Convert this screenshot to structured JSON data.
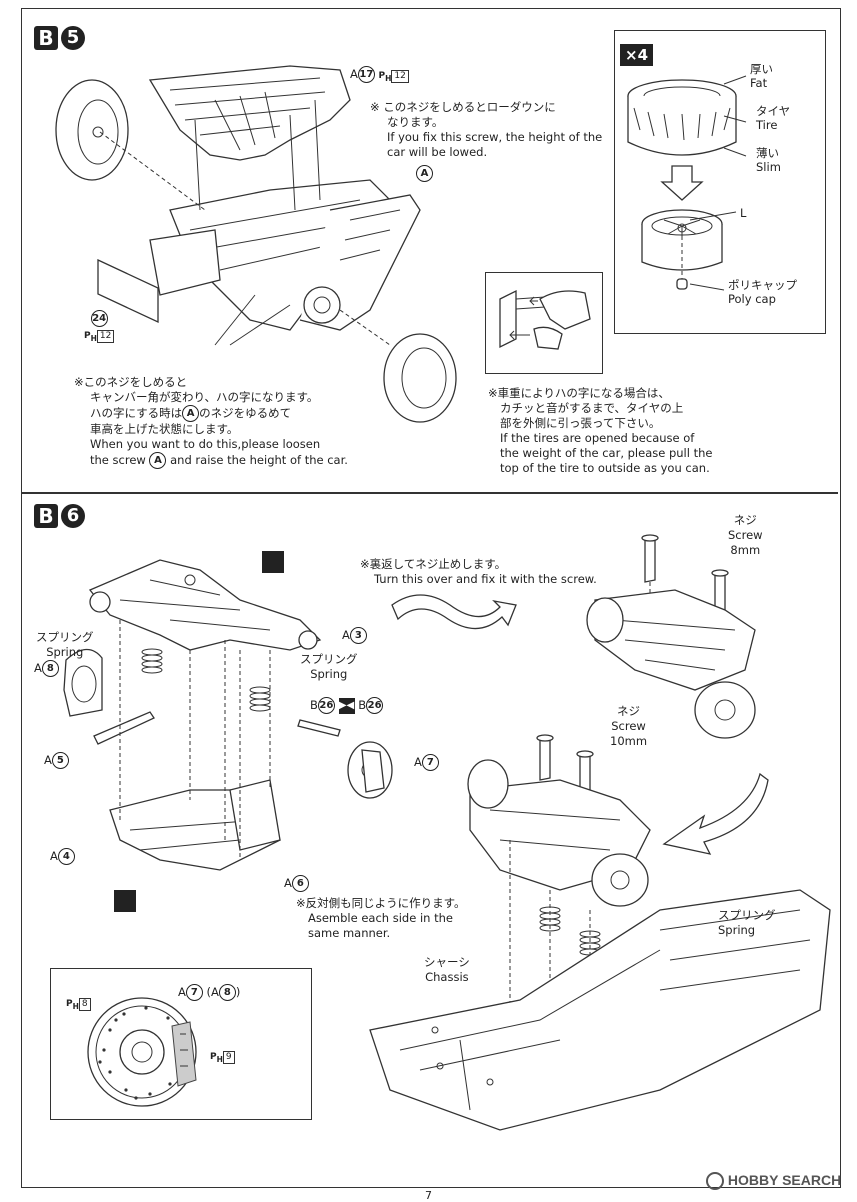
{
  "b5": {
    "step_letter": "B",
    "step_number": "5",
    "part_a17": "A①⑦",
    "part_a17_letter": "A",
    "part_a17_num": "17",
    "part_a17_ph": "P",
    "part_a17_ph_sub": "H",
    "part_a17_ph_num": "12",
    "part_24": "24",
    "part_24_ph": "P",
    "part_24_ph_sub": "H",
    "part_24_ph_num": "12",
    "label_a": "A",
    "note_lower": {
      "line1": "※ このネジをしめるとローダウンに",
      "line2": "なります。",
      "line3": "If you fix this screw, the height of the",
      "line4": "car will be lowed."
    },
    "note_camber": {
      "line1": "※このネジをしめると",
      "line2": "キャンバー角が変わり、ハの字になります。",
      "line3a": "ハの字にする時は",
      "line3b": "のネジをゆるめて",
      "line4": "車高を上げた状態にします。",
      "line5": "When you want to do this,please loosen",
      "line6a": "the screw",
      "line6b": "and raise the height of the car."
    },
    "note_tire": {
      "line1": "※車重によりハの字になる場合は、",
      "line2": "カチッと音がするまで、タイヤの上",
      "line3": "部を外側に引っ張って下さい。",
      "line4": "If the tires are opened because of",
      "line5": "the weight of the car, please pull the",
      "line6": "top of the tire to outside as you can."
    },
    "inset": {
      "qty": "×4",
      "fat_jp": "厚い",
      "fat_en": "Fat",
      "tire_jp": "タイヤ",
      "tire_en": "Tire",
      "slim_jp": "薄い",
      "slim_en": "Slim",
      "l": "L",
      "polycap_jp": "ポリキャップ",
      "polycap_en": "Poly cap"
    }
  },
  "b6": {
    "step_letter": "B",
    "step_number": "6",
    "note_turn": {
      "line1": "※裏返してネジ止めします。",
      "line2": "Turn this over and fix it with the screw."
    },
    "screw8": {
      "jp": "ネジ",
      "en": "Screw",
      "size": "8mm"
    },
    "screw10": {
      "jp": "ネジ",
      "en": "Screw",
      "size": "10mm"
    },
    "spring_jp": "スプリング",
    "spring_en": "Spring",
    "a3": "3",
    "a5": "5",
    "a4": "4",
    "a6": "6",
    "a7": "7",
    "a8": "8",
    "b26": "26",
    "a_letter": "A",
    "b_letter": "B",
    "note_side": {
      "line1": "※反対側も同じように作ります。",
      "line2": "Asemble each side in the",
      "line3": "same manner."
    },
    "chassis_jp": "シャーシ",
    "chassis_en": "Chassis",
    "disc": {
      "a7": "7",
      "a8": "8",
      "ph8": "8",
      "ph9": "9",
      "ph": "P",
      "ph_sub": "H"
    }
  },
  "footer": {
    "page": "7",
    "watermark": "HOBBY SEARCH"
  }
}
